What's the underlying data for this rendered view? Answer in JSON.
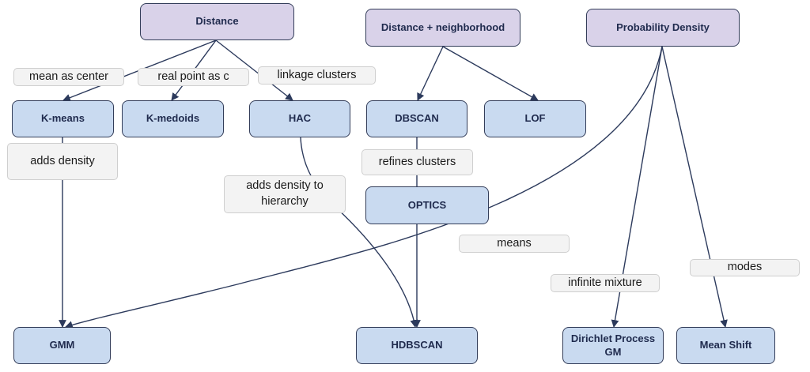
{
  "nodes": {
    "distance": "Distance",
    "distance_neighborhood": "Distance + neighborhood",
    "probability_density": "Probability Density",
    "kmeans": "K-means",
    "kmedoids": "K-medoids",
    "hac": "HAC",
    "dbscan": "DBSCAN",
    "lof": "LOF",
    "optics": "OPTICS",
    "gmm": "GMM",
    "hdbscan": "HDBSCAN",
    "dpgm": "Dirichlet Process GM",
    "meanshift": "Mean Shift"
  },
  "edge_labels": {
    "mean_as_center": "mean as center",
    "real_point": "real point as c",
    "linkage_clusters": "linkage clusters",
    "adds_density": "adds density",
    "adds_density_hierarchy": "adds density to hierarchy",
    "refines_clusters": "refines clusters",
    "means": "means",
    "infinite_mixture": "infinite mixture",
    "modes": "modes"
  },
  "colors": {
    "category_fill": "#d9d2e9",
    "algorithm_fill": "#c9daf0",
    "stroke": "#333d59",
    "label_fill": "#f3f3f3"
  }
}
